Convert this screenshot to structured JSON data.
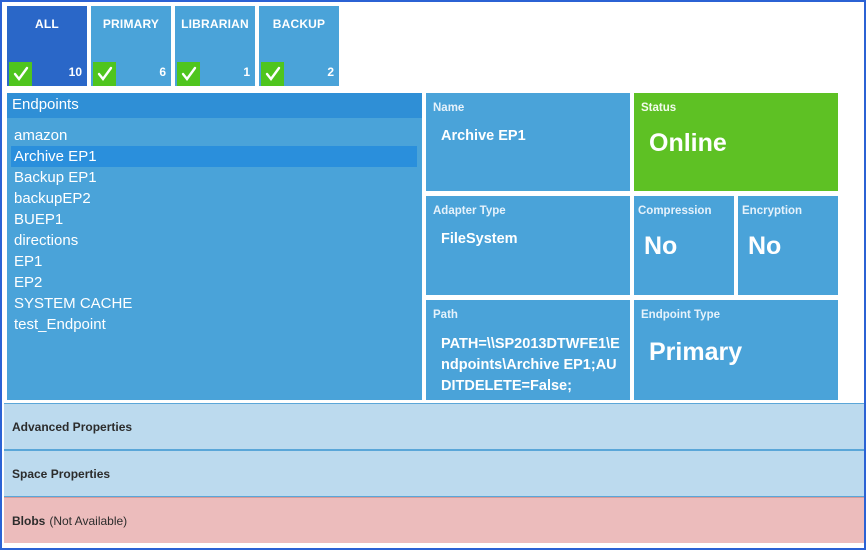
{
  "filters": [
    {
      "label": "ALL",
      "count": "10",
      "active": true
    },
    {
      "label": "PRIMARY",
      "count": "6",
      "active": false
    },
    {
      "label": "LIBRARIAN",
      "count": "1",
      "active": false
    },
    {
      "label": "BACKUP",
      "count": "2",
      "active": false
    }
  ],
  "endpoints": {
    "header": "Endpoints",
    "items": [
      "amazon",
      "Archive EP1",
      "Backup EP1",
      "backupEP2",
      "BUEP1",
      "directions",
      "EP1",
      "EP2",
      "SYSTEM CACHE",
      "test_Endpoint"
    ],
    "selected_index": 1
  },
  "details": {
    "name": {
      "caption": "Name",
      "value": "Archive EP1"
    },
    "status": {
      "caption": "Status",
      "value": "Online"
    },
    "adapter_type": {
      "caption": "Adapter Type",
      "value": "FileSystem"
    },
    "compression": {
      "caption": "Compression",
      "value": "No"
    },
    "encryption": {
      "caption": "Encryption",
      "value": "No"
    },
    "path": {
      "caption": "Path",
      "value": "PATH=\\\\SP2013DTWFE1\\Endpoints\\Archive EP1;AUDITDELETE=False;"
    },
    "endpoint_type": {
      "caption": "Endpoint Type",
      "value": "Primary"
    }
  },
  "sections": {
    "advanced": {
      "title": "Advanced Properties"
    },
    "space": {
      "title": "Space Properties"
    },
    "blobs": {
      "title": "Blobs",
      "note": "(Not Available)"
    }
  },
  "colors": {
    "tile_blue": "#4aa3d9",
    "tile_active": "#2a67c8",
    "status_green": "#5ec124",
    "check_green": "#4fc51e",
    "section_blue": "#bcdaee",
    "section_pink": "#ecbcbc"
  },
  "icons": {
    "filter_check": "checkmark-icon"
  }
}
